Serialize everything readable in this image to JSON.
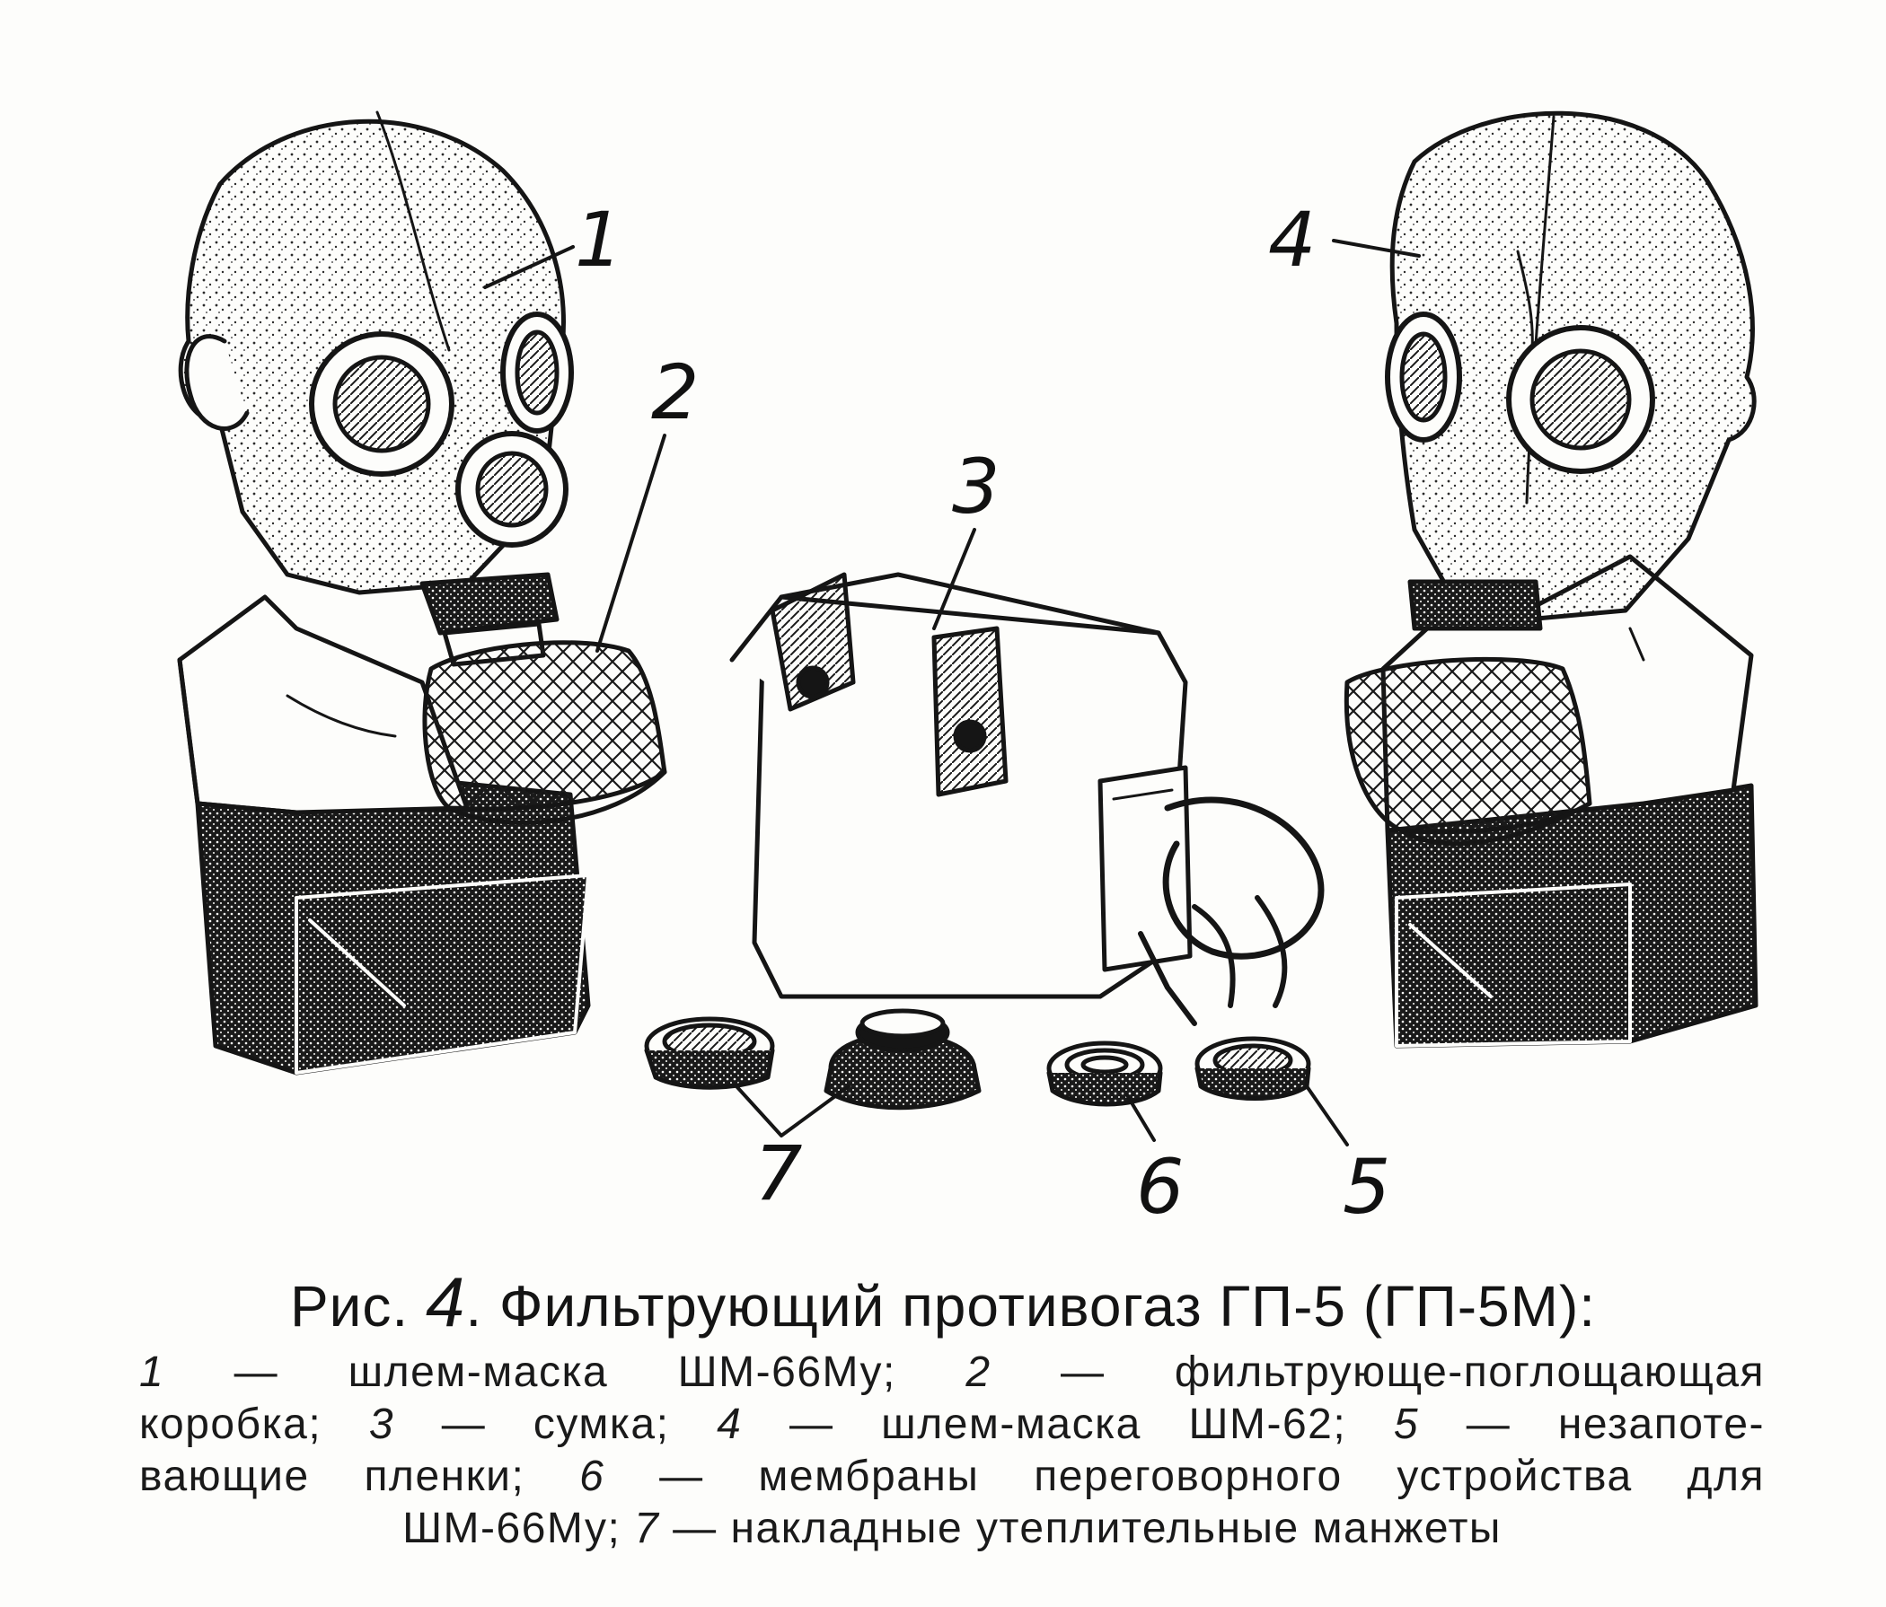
{
  "callouts": {
    "n1": "1",
    "n2": "2",
    "n3": "3",
    "n4": "4",
    "n5": "5",
    "n6": "6",
    "n7": "7"
  },
  "caption": {
    "prefix": "Рис.",
    "number": "4",
    "title": ". Фильтрующий противогаз ГП-5 (ГП-5М):",
    "lines": [
      [
        "1",
        " — шлем-маска  ШМ-66Му; ",
        "2",
        " — фильтрующе-поглощающая"
      ],
      [
        "коробка; ",
        "3",
        " — сумка; ",
        "4",
        " — шлем-маска ШМ-62; ",
        "5",
        " — незапоте-"
      ],
      [
        "вающие пленки; ",
        "6",
        " — мембраны переговорного устройства для"
      ],
      [
        "ШМ-66Му; ",
        "7",
        " — накладные утеплительные манжеты"
      ]
    ]
  },
  "colors": {
    "ink": "#151515",
    "paper": "#fdfdfb",
    "stipple": "#2a2a2a"
  }
}
